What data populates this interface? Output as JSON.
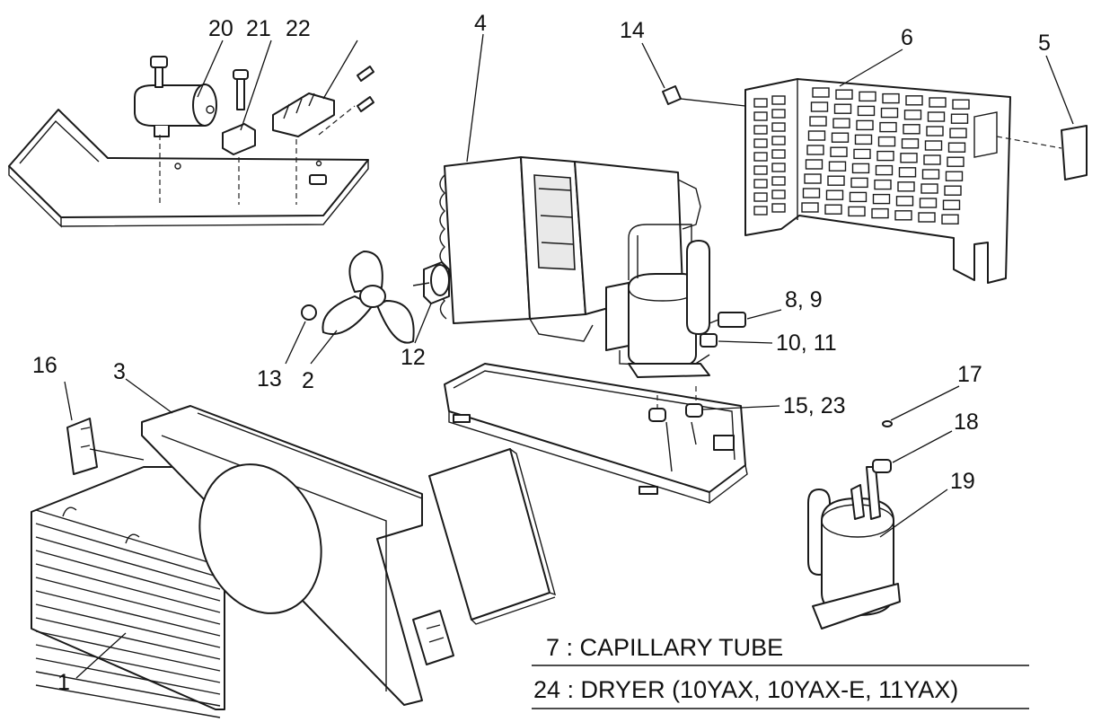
{
  "callouts": {
    "c1": "1",
    "c2": "2",
    "c3": "3",
    "c4": "4",
    "c5": "5",
    "c6": "6",
    "c8_9": "8, 9",
    "c10_11": "10, 11",
    "c12": "12",
    "c13": "13",
    "c14": "14",
    "c15_23": "15, 23",
    "c16": "16",
    "c17": "17",
    "c18": "18",
    "c19": "19",
    "c20": "20",
    "c21": "21",
    "c22": "22"
  },
  "legend": [
    "7 : CAPILLARY TUBE",
    "24 : DRYER (10YAX, 10YAX-E, 11YAX)"
  ]
}
